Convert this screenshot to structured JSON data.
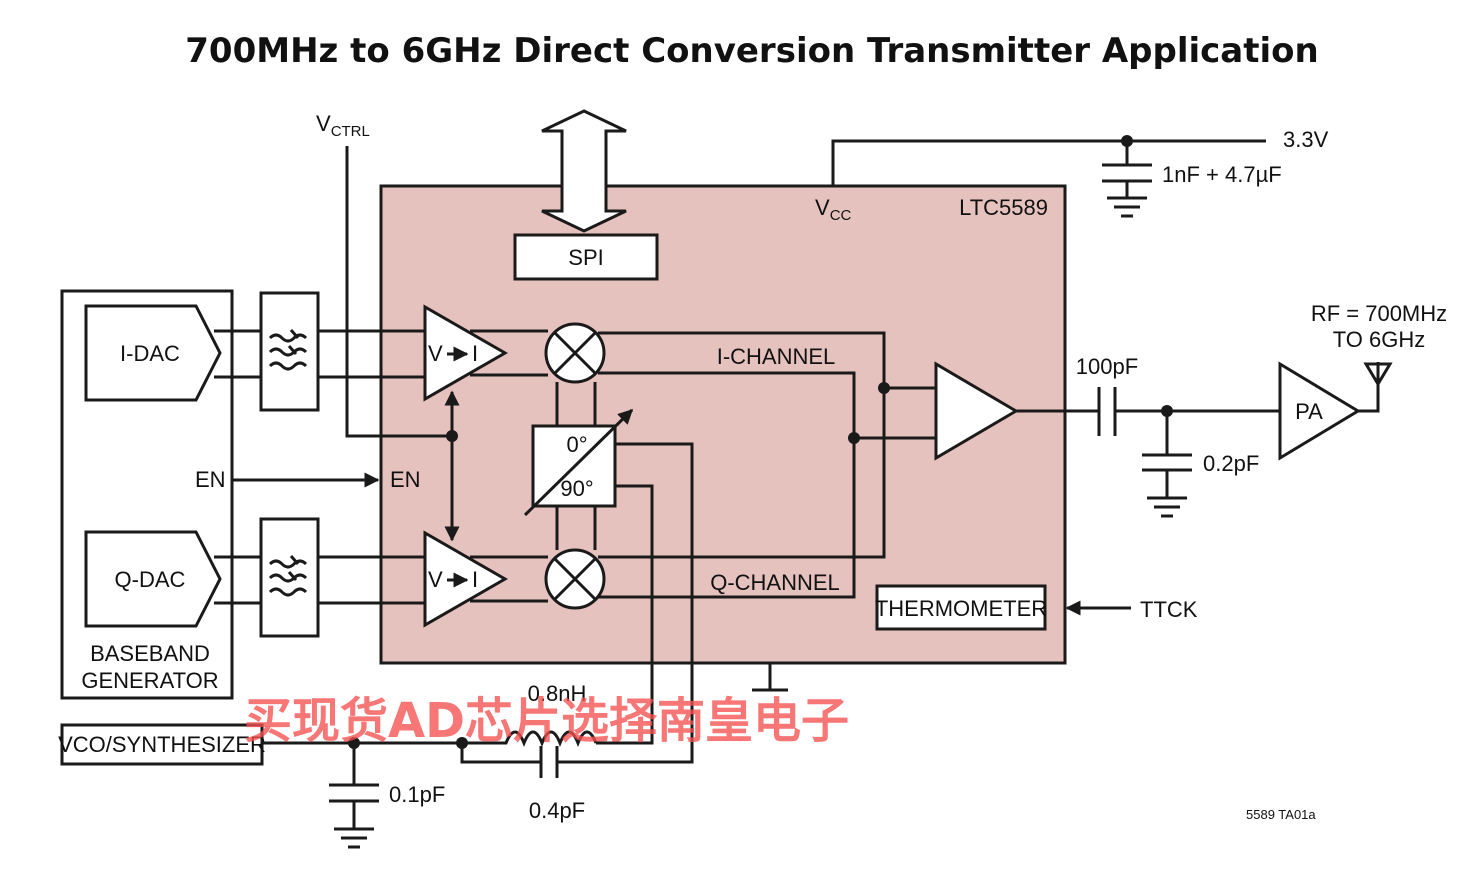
{
  "title": "700MHz to 6GHz Direct Conversion Transmitter Application",
  "chip": {
    "name": "LTC5589",
    "vcc_main": "V",
    "vcc_sub": "CC",
    "spi": "SPI",
    "en": "EN",
    "i_channel": "I-CHANNEL",
    "q_channel": "Q-CHANNEL",
    "thermometer": "THERMOMETER",
    "phase_0": "0°",
    "phase_90": "90°",
    "vi_label": "V",
    "vi_label2": "I"
  },
  "vctrl": {
    "main": "V",
    "sub": "CTRL"
  },
  "supply": {
    "voltage": "3.3V",
    "decoupling": "1nF + 4.7µF"
  },
  "baseband": {
    "i_dac": "I-DAC",
    "q_dac": "Q-DAC",
    "en": "EN",
    "label_line1": "BASEBAND",
    "label_line2": "GENERATOR"
  },
  "output": {
    "cap": "100pF",
    "shunt_cap": "0.2pF",
    "pa": "PA",
    "rf_line1": "RF = 700MHz",
    "rf_line2": "TO 6GHz"
  },
  "ttck": "TTCK",
  "lo": {
    "vco": "VCO/SYNTHESIZER",
    "shunt_cap": "0.1pF",
    "inductor": "0.8nH",
    "series_cap": "0.4pF"
  },
  "figure_id": "5589 TA01a",
  "watermark": "买现货AD芯片选择南皇电子",
  "colors": {
    "chip_fill": "#e6c2bf",
    "watermark": "#f55050"
  }
}
